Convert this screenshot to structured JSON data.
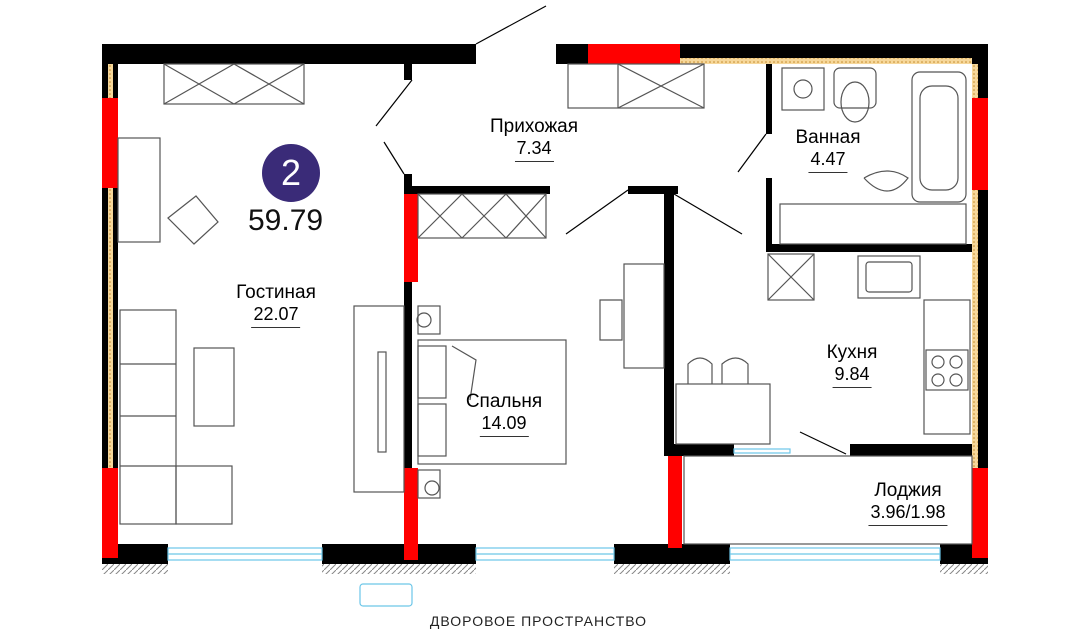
{
  "plan": {
    "room_count": "2",
    "total_area": "59.79",
    "rooms": [
      {
        "name": "Прихожая",
        "area": "7.34"
      },
      {
        "name": "Ванная",
        "area": "4.47"
      },
      {
        "name": "Гостиная",
        "area": "22.07"
      },
      {
        "name": "Спальня",
        "area": "14.09"
      },
      {
        "name": "Кухня",
        "area": "9.84"
      },
      {
        "name": "Лоджия",
        "area": "3.96/1.98"
      }
    ],
    "footer": "ДВОРОВОЕ ПРОСТРАНСТВО",
    "colors": {
      "wall": "#000000",
      "window_wall": "#ff0000",
      "badge": "#3a2b78",
      "glass": "#6cc6e8",
      "outline": "#555555"
    }
  }
}
